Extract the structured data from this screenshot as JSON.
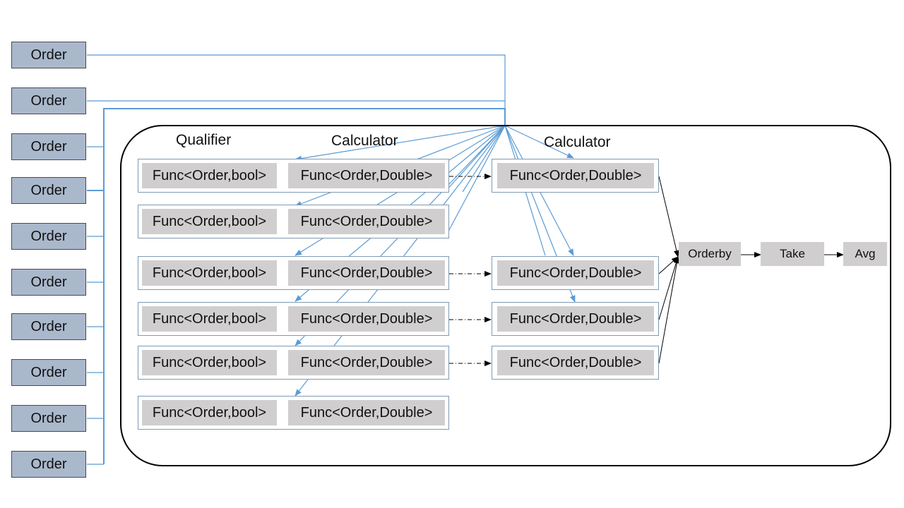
{
  "orders": [
    "Order",
    "Order",
    "Order",
    "Order",
    "Order",
    "Order",
    "Order",
    "Order",
    "Order",
    "Order"
  ],
  "headers": {
    "qualifier": "Qualifier",
    "calculator_left": "Calculator",
    "calculator_right": "Calculator"
  },
  "left_rows": [
    {
      "qualifier": "Func<Order,bool>",
      "calculator": "Func<Order,Double>"
    },
    {
      "qualifier": "Func<Order,bool>",
      "calculator": "Func<Order,Double>"
    },
    {
      "qualifier": "Func<Order,bool>",
      "calculator": "Func<Order,Double>"
    },
    {
      "qualifier": "Func<Order,bool>",
      "calculator": "Func<Order,Double>"
    },
    {
      "qualifier": "Func<Order,bool>",
      "calculator": "Func<Order,Double>"
    },
    {
      "qualifier": "Func<Order,bool>",
      "calculator": "Func<Order,Double>"
    }
  ],
  "right_rows": [
    "Func<Order,Double>",
    "Func<Order,Double>",
    "Func<Order,Double>",
    "Func<Order,Double>"
  ],
  "pipeline": [
    "Orderby",
    "Take",
    "Avg"
  ],
  "colors": {
    "order_fill": "#aab8cc",
    "func_fill": "#d0cece",
    "wire": "#5b9bd5",
    "group_border": "#7f9ab2"
  }
}
